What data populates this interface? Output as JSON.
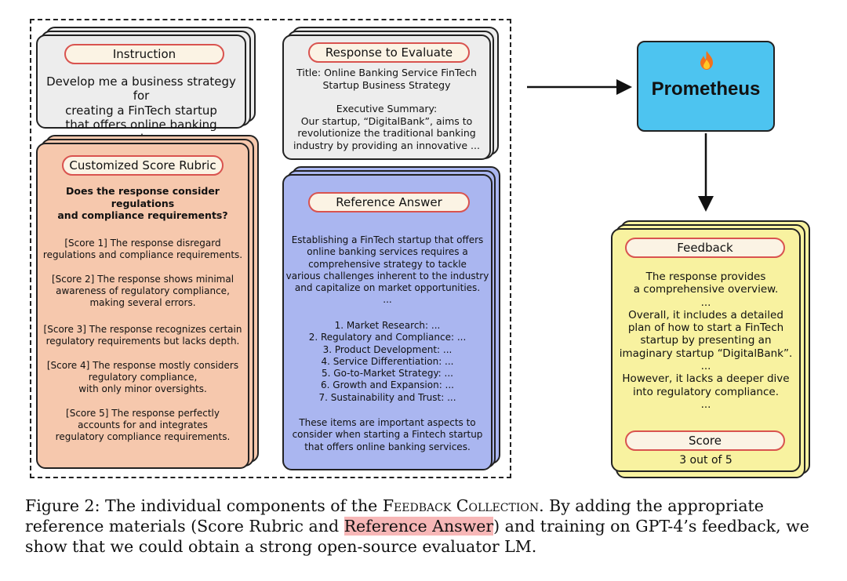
{
  "instruction": {
    "title": "Instruction",
    "lines": [
      "Develop me a business strategy for",
      "creating a FinTech startup",
      "that offers online banking services."
    ]
  },
  "response": {
    "title": "Response to Evaluate",
    "lines": [
      "Title: Online Banking Service FinTech",
      "Startup Business Strategy",
      "",
      "Executive Summary:",
      "Our startup, “DigitalBank”, aims to",
      "revolutionize the traditional banking",
      "industry by providing an innovative ..."
    ]
  },
  "rubric": {
    "title": "Customized Score Rubric",
    "question": [
      "Does the response consider regulations",
      "and compliance requirements?"
    ],
    "scores": [
      [
        "[Score 1] The response disregard",
        "regulations and compliance requirements."
      ],
      [
        "[Score 2] The response shows minimal",
        "awareness of regulatory compliance,",
        "making several errors."
      ],
      [
        "[Score 3] The response recognizes certain",
        "regulatory requirements but lacks depth."
      ],
      [
        "[Score 4] The response mostly considers",
        "regulatory compliance,",
        "with only minor oversights."
      ],
      [
        "[Score 5] The response perfectly",
        "accounts for and integrates",
        "regulatory compliance requirements."
      ]
    ]
  },
  "reference": {
    "title": "Reference Answer",
    "intro": [
      "Establishing a FinTech startup that offers",
      "online banking services requires a",
      "comprehensive strategy to tackle",
      "various challenges inherent to the industry",
      "and capitalize on market opportunities.",
      "..."
    ],
    "items": [
      "1. Market Research: ...",
      "2. Regulatory and Compliance: ...",
      "3. Product Development: ...",
      "4. Service Differentiation: ...",
      "5. Go-to-Market Strategy: ...",
      "6. Growth and Expansion: ...",
      "7. Sustainability and Trust: ..."
    ],
    "outro": [
      "These items are important aspects to",
      "consider when starting a Fintech startup",
      "that offers online banking services."
    ]
  },
  "model": {
    "name": "Prometheus",
    "icon": "fire-icon",
    "color": "#4dc4f0"
  },
  "feedback": {
    "title": "Feedback",
    "lines": [
      "The response provides",
      "a comprehensive overview.",
      "...",
      "Overall, it includes a detailed",
      "plan of how to start a FinTech",
      "startup by presenting an",
      "imaginary startup “DigitalBank”.",
      "...",
      "However, it lacks a deeper dive",
      "into regulatory compliance.",
      "..."
    ],
    "score_title": "Score",
    "score_value": "3 out of 5"
  },
  "caption": {
    "prefix": "Figure 2: The individual components of the ",
    "smallcaps": "Feedback Collection",
    "middle": ". By adding the appropriate reference materials (Score Rubric and ",
    "highlight": "Reference Answer",
    "suffix": ") and training on GPT-4’s feedback, we show that we could obtain a strong open-source evaluator LM."
  }
}
